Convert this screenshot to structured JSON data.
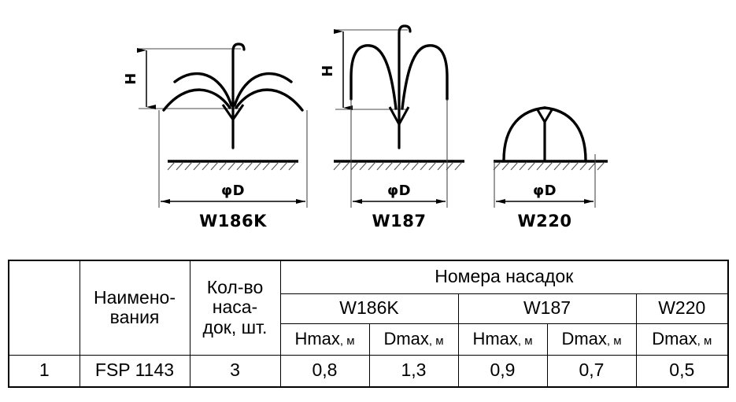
{
  "diagrams": [
    {
      "id": "w186k",
      "name": "W186K",
      "height_label": "H",
      "diameter_label": "φD",
      "type": "multi-arc-fountain"
    },
    {
      "id": "w187",
      "name": "W187",
      "height_label": "H",
      "diameter_label": "φD",
      "type": "twin-loop-fountain"
    },
    {
      "id": "w220",
      "name": "W220",
      "height_label": "",
      "diameter_label": "φD",
      "type": "dome-fountain"
    }
  ],
  "table": {
    "group_header": "Номера насадок",
    "col_num_header": "",
    "col_name_header_line1": "Наимено-",
    "col_name_header_line2": "вания",
    "col_qty_header_line1": "Кол-во",
    "col_qty_header_line2": "наса-",
    "col_qty_header_line3": "док, шт.",
    "nozzle_groups": [
      {
        "name": "W186K",
        "span": 2
      },
      {
        "name": "W187",
        "span": 2
      },
      {
        "name": "W220",
        "span": 1
      }
    ],
    "metric_headers": [
      {
        "symbol": "Hmax",
        "unit": ", м"
      },
      {
        "symbol": "Dmax",
        "unit": ", м"
      },
      {
        "symbol": "Hmax",
        "unit": ", м"
      },
      {
        "symbol": "Dmax",
        "unit": ", м"
      },
      {
        "symbol": "Dmax",
        "unit": ", м"
      }
    ],
    "rows": [
      {
        "num": "1",
        "name": "FSP 1143",
        "qty": "3",
        "values": [
          "0,8",
          "1,3",
          "0,9",
          "0,7",
          "0,5"
        ]
      }
    ]
  },
  "colors": {
    "line": "#000000",
    "background": "#ffffff",
    "thin_line": "#1a1a1a"
  }
}
